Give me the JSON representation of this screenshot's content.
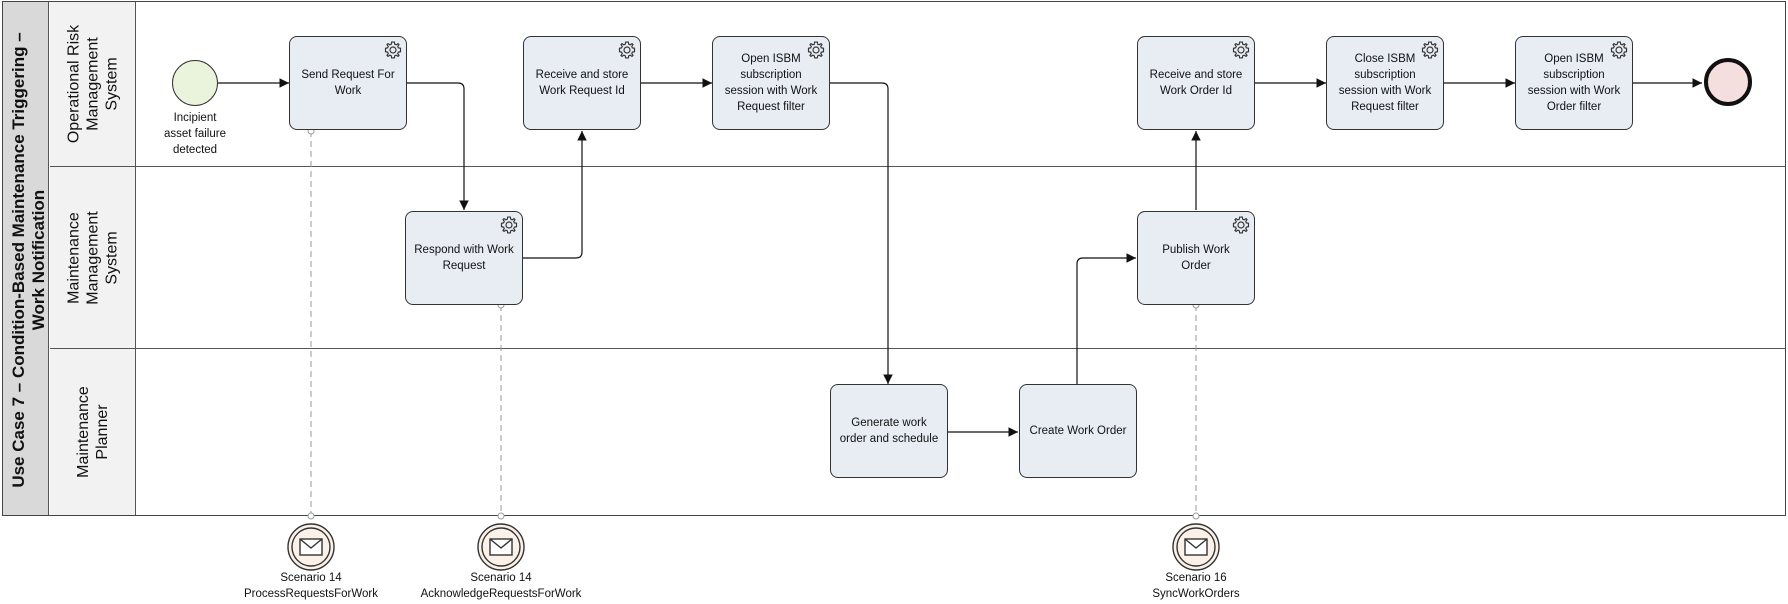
{
  "diagram": {
    "pool_title": "Use Case 7 – Condition-Based Maintenance Triggering –\nWork Notification",
    "lanes": [
      {
        "id": "orms",
        "label": "Operational Risk\nManagement\nSystem"
      },
      {
        "id": "mms",
        "label": "Maintenance\nManagement\nSystem"
      },
      {
        "id": "planner",
        "label": "Maintenance\nPlanner"
      }
    ],
    "start_event_label": "Incipient\nasset failure\ndetected",
    "tasks": {
      "send_request": "Send Request For Work",
      "receive_wr_id": "Receive and store Work Request Id",
      "open_isbm_wr": "Open ISBM subscription session with Work Request filter",
      "receive_wo_id": "Receive and store Work Order Id",
      "close_isbm_wr": "Close ISBM subscription session with Work Request filter",
      "open_isbm_wo": "Open ISBM subscription session with Work Order filter",
      "respond_wr": "Respond with Work Request",
      "publish_wo": "Publish Work Order",
      "generate_wo": "Generate work order and schedule",
      "create_wo": "Create Work Order"
    },
    "message_events": [
      {
        "scenario": "Scenario 14",
        "name": "ProcessRequestsForWork"
      },
      {
        "scenario": "Scenario 14",
        "name": "AcknowledgeRequestsForWork"
      },
      {
        "scenario": "Scenario 16",
        "name": "SyncWorkOrders"
      }
    ]
  }
}
